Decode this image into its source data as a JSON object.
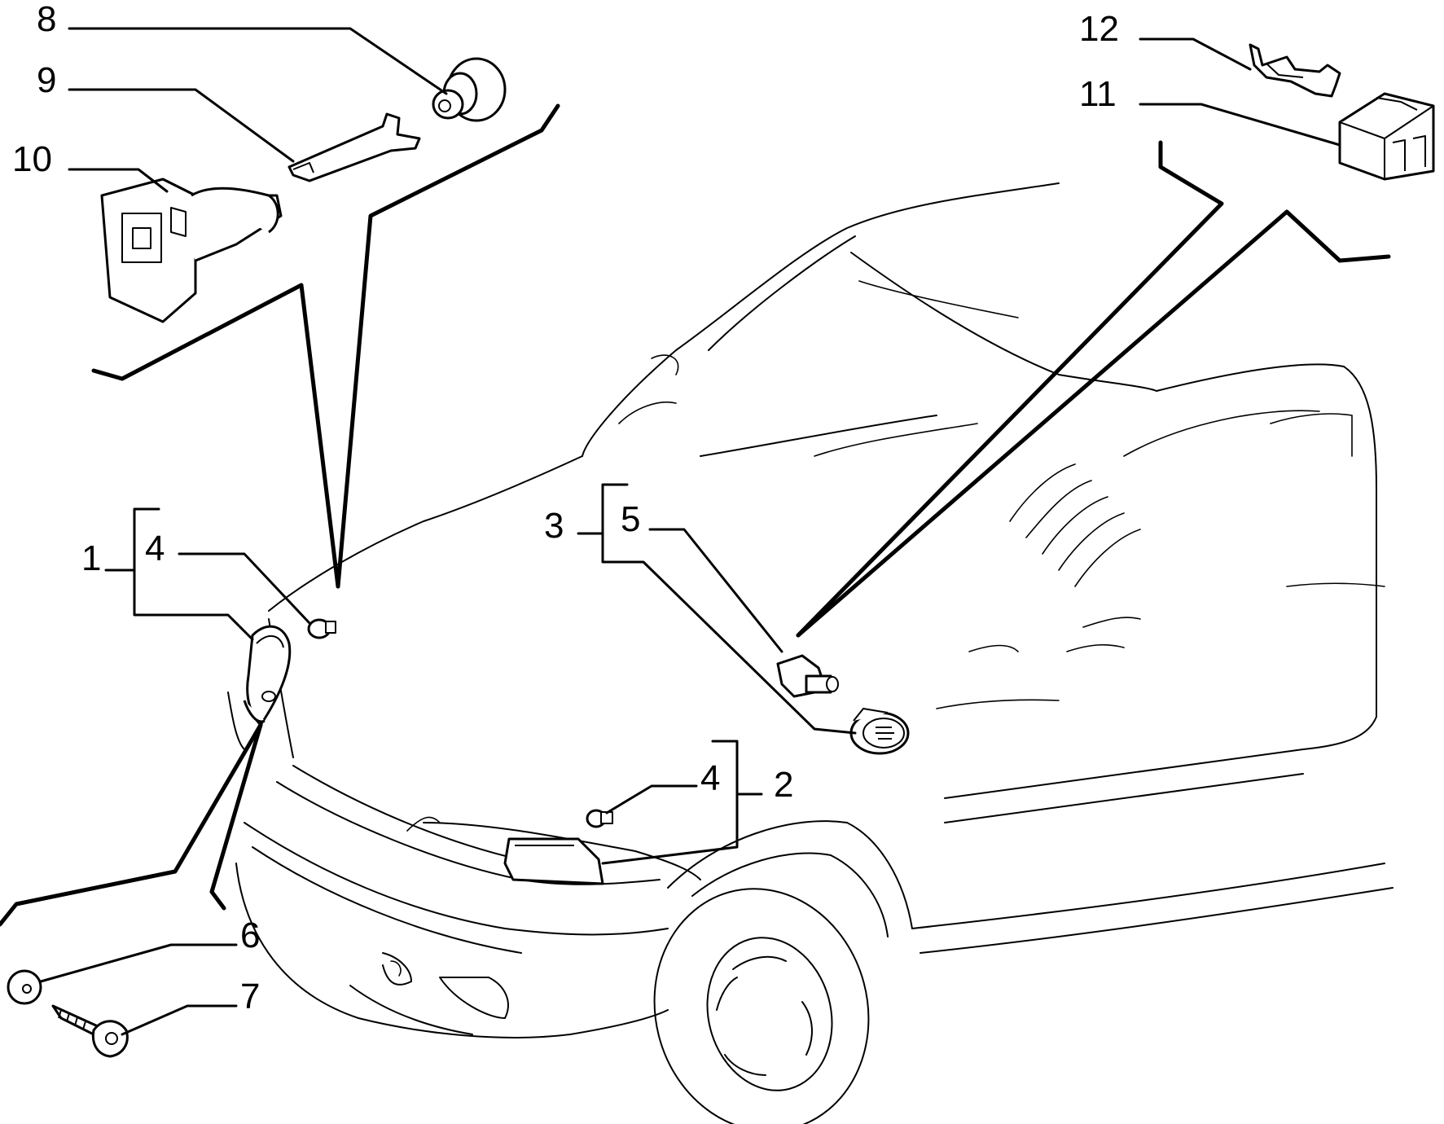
{
  "diagram": {
    "callouts": [
      {
        "id": "1",
        "label": "1"
      },
      {
        "id": "2",
        "label": "2"
      },
      {
        "id": "3",
        "label": "3"
      },
      {
        "id": "4a",
        "label": "4"
      },
      {
        "id": "4b",
        "label": "4"
      },
      {
        "id": "5",
        "label": "5"
      },
      {
        "id": "6",
        "label": "6"
      },
      {
        "id": "7",
        "label": "7"
      },
      {
        "id": "8",
        "label": "8"
      },
      {
        "id": "9",
        "label": "9"
      },
      {
        "id": "10",
        "label": "10"
      },
      {
        "id": "11",
        "label": "11"
      },
      {
        "id": "12",
        "label": "12"
      }
    ]
  }
}
